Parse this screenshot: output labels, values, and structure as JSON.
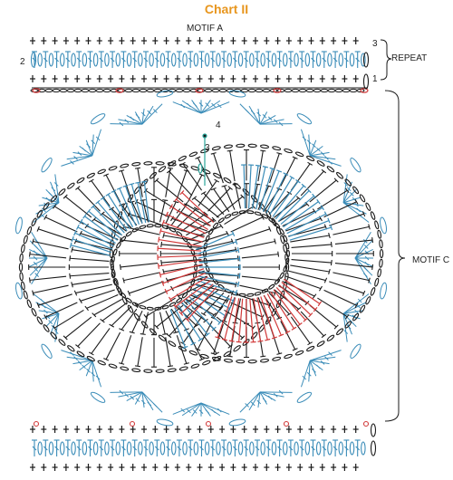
{
  "title": "Chart II",
  "labels": {
    "motif_a": "MOTIF A",
    "repeat": "REPEAT",
    "motif_c": "MOTIF C",
    "row_1": "1",
    "row_2": "2",
    "row_3": "3",
    "row_3b": "3",
    "row_4": "4"
  },
  "colors": {
    "black": "#1a1a1a",
    "blue": "#3a8cb8",
    "red": "#d23a3a",
    "teal": "#2aa59a",
    "title": "#e8961e"
  },
  "symbols": {
    "single-crochet": "plus-cross",
    "double-crochet": "t-with-slash",
    "chain": "small-oval",
    "picot": "red-dot-cluster"
  }
}
